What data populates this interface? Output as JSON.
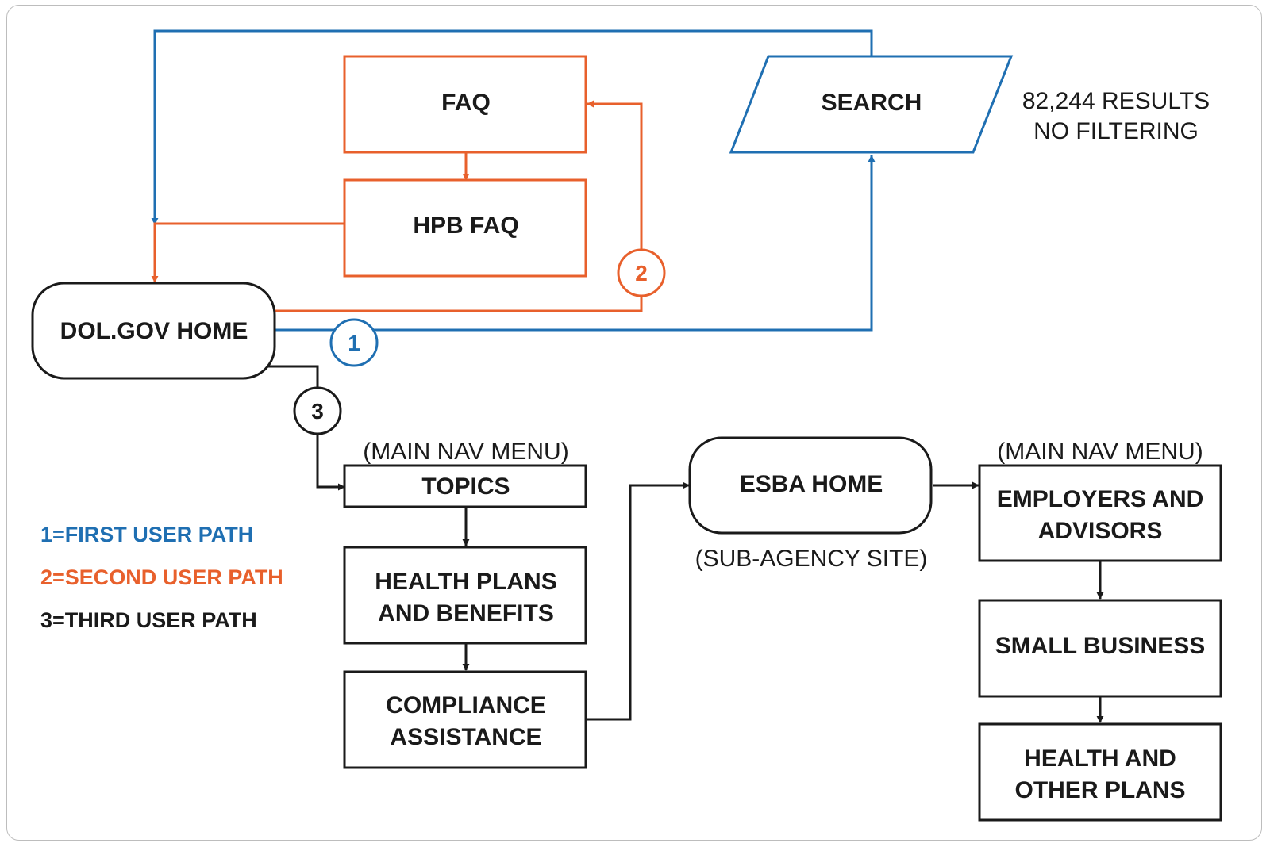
{
  "colors": {
    "blue": "#1f6fb2",
    "orange": "#e8602c",
    "black": "#1a1a1a"
  },
  "nodes": {
    "faq": "FAQ",
    "hpb_faq": "HPB FAQ",
    "search": "SEARCH",
    "dol_home": "DOL.GOV HOME",
    "topics": "TOPICS",
    "health_plans_1": "HEALTH PLANS",
    "health_plans_2": "AND BENEFITS",
    "compliance_1": "COMPLIANCE",
    "compliance_2": "ASSISTANCE",
    "esba_home": "ESBA HOME",
    "employers_1": "EMPLOYERS AND",
    "employers_2": "ADVISORS",
    "small_business": "SMALL BUSINESS",
    "health_other_1": "HEALTH AND",
    "health_other_2": "OTHER PLANS"
  },
  "annotations": {
    "search_results_1": "82,244 RESULTS",
    "search_results_2": "NO FILTERING",
    "main_nav_menu_left": "(MAIN NAV MENU)",
    "main_nav_menu_right": "(MAIN NAV MENU)",
    "sub_agency": "(SUB-AGENCY SITE)"
  },
  "path_markers": {
    "first": "1",
    "second": "2",
    "third": "3"
  },
  "legend": {
    "first": "1=FIRST USER PATH",
    "second": "2=SECOND USER PATH",
    "third": "3=THIRD USER PATH"
  }
}
